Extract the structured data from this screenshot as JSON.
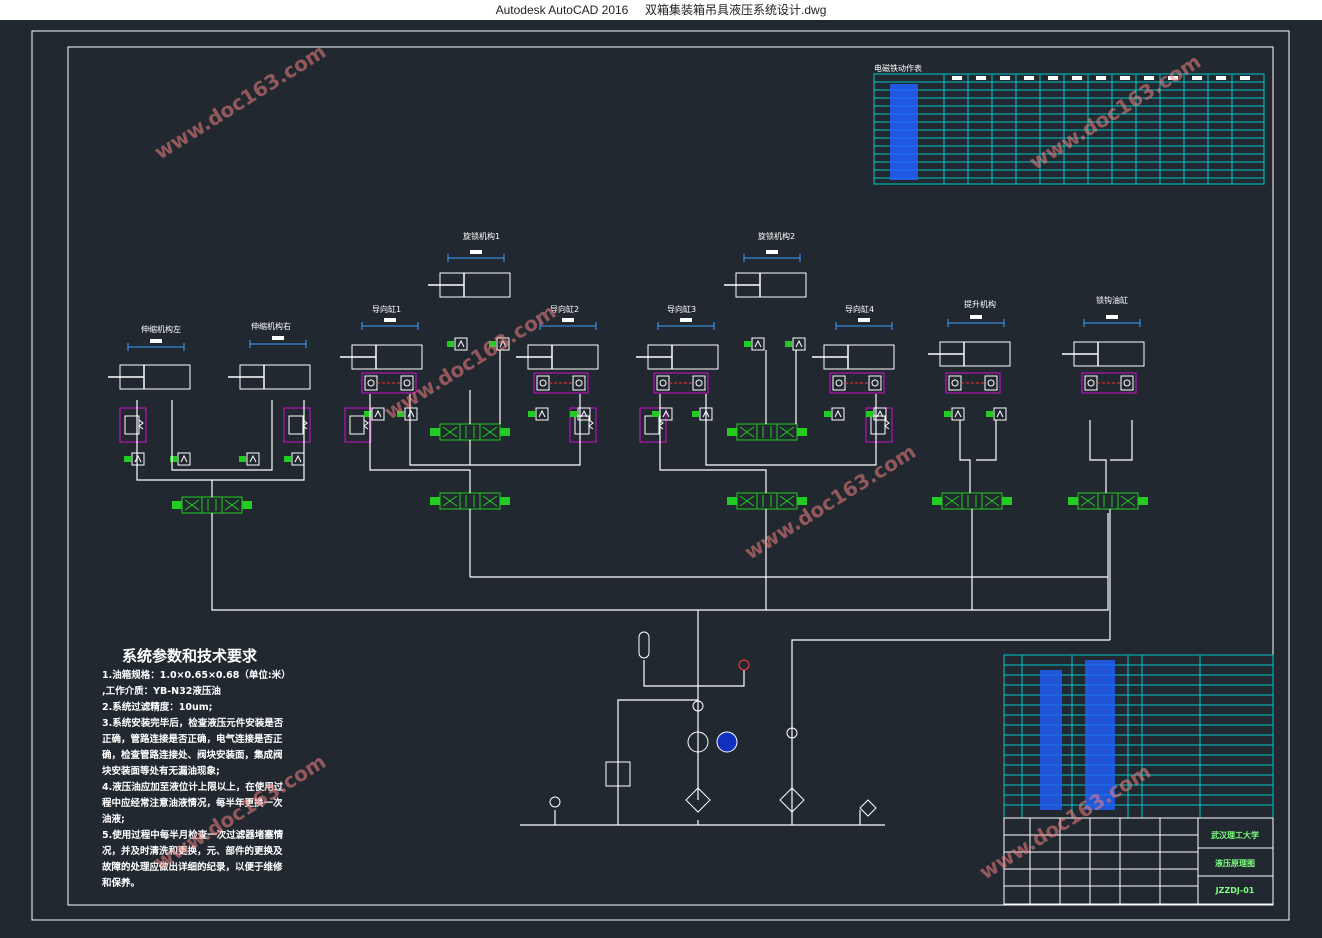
{
  "window": {
    "app_title": "Autodesk AutoCAD 2016",
    "file_name": "双箱集装箱吊具液压系统设计.dwg"
  },
  "colors": {
    "background": "#212830",
    "line": "#ffffff",
    "valve_magenta": "#d010d0",
    "solenoid_green": "#22cc22",
    "table_cyan": "#00c8c8",
    "watermark": "#f08080"
  },
  "components": {
    "telescoping_left": "伸缩机构左",
    "telescoping_right": "伸缩机构右",
    "rotary_lock_1": "旋锁机构1",
    "rotary_lock_2": "旋锁机构2",
    "guide_cyl_1": "导向缸1",
    "guide_cyl_2": "导向缸2",
    "guide_cyl_3": "导向缸3",
    "guide_cyl_4": "导向缸4",
    "lift_mech": "提升机构",
    "hook_cyl": "锁钩油缸"
  },
  "top_table": {
    "title": "电磁铁动作表"
  },
  "requirements": {
    "title": "系统参数和技术要求",
    "lines": [
      "1.油箱规格：1.0×0.65×0.68（单位:米）",
      ",工作介质：YB-N32液压油",
      "2.系统过滤精度：10um;",
      "3.系统安装完毕后，检查液压元件安装是否",
      "正确，管路连接是否正确，电气连接是否正",
      "确，检查管路连接处、阀块安装面，集成阀",
      "块安装面等处有无漏油现象;",
      "4.液压油应加至液位计上限以上，在使用过",
      "程中应经常注意油液情况，每半年更换一次",
      "油液;",
      "5.使用过程中每半月检查一次过滤器堵塞情",
      "况，并及时清洗和更换，元、部件的更换及",
      "故障的处理应做出详细的纪录，以便于维修",
      "和保养。"
    ]
  },
  "title_block": {
    "school": "武汉理工大学",
    "drawing_name": "液压原理图",
    "drawing_no": "JZZDJ-01"
  },
  "watermark": {
    "text": "www.doc163.com"
  }
}
